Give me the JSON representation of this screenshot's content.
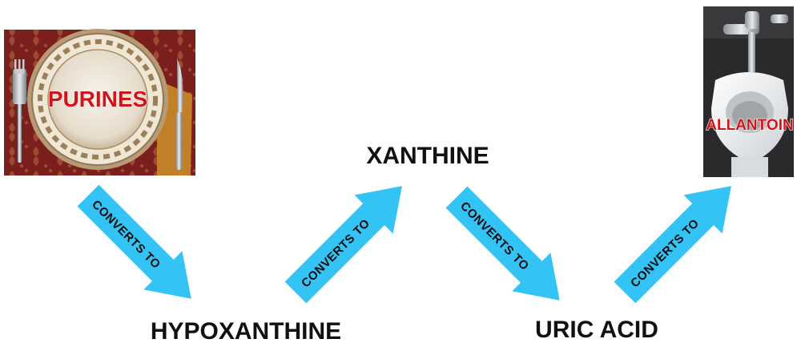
{
  "nodes": {
    "purines": "PURINES",
    "hypoxanthine": "HYPOXANTHINE",
    "xanthine": "XANTHINE",
    "uric_acid": "URIC ACID",
    "allantoin": "ALLANTOIN"
  },
  "arrows": [
    {
      "label": "CONVERTS TO"
    },
    {
      "label": "CONVERTS TO"
    },
    {
      "label": "CONVERTS TO"
    },
    {
      "label": "CONVERTS TO"
    }
  ],
  "colors": {
    "arrow_fill": "#33c4f5",
    "label_red": "#d0141a",
    "node_text": "#111111"
  },
  "icons": {
    "purines_picture": "dinner-plate-icon",
    "allantoin_picture": "toilet-icon"
  }
}
